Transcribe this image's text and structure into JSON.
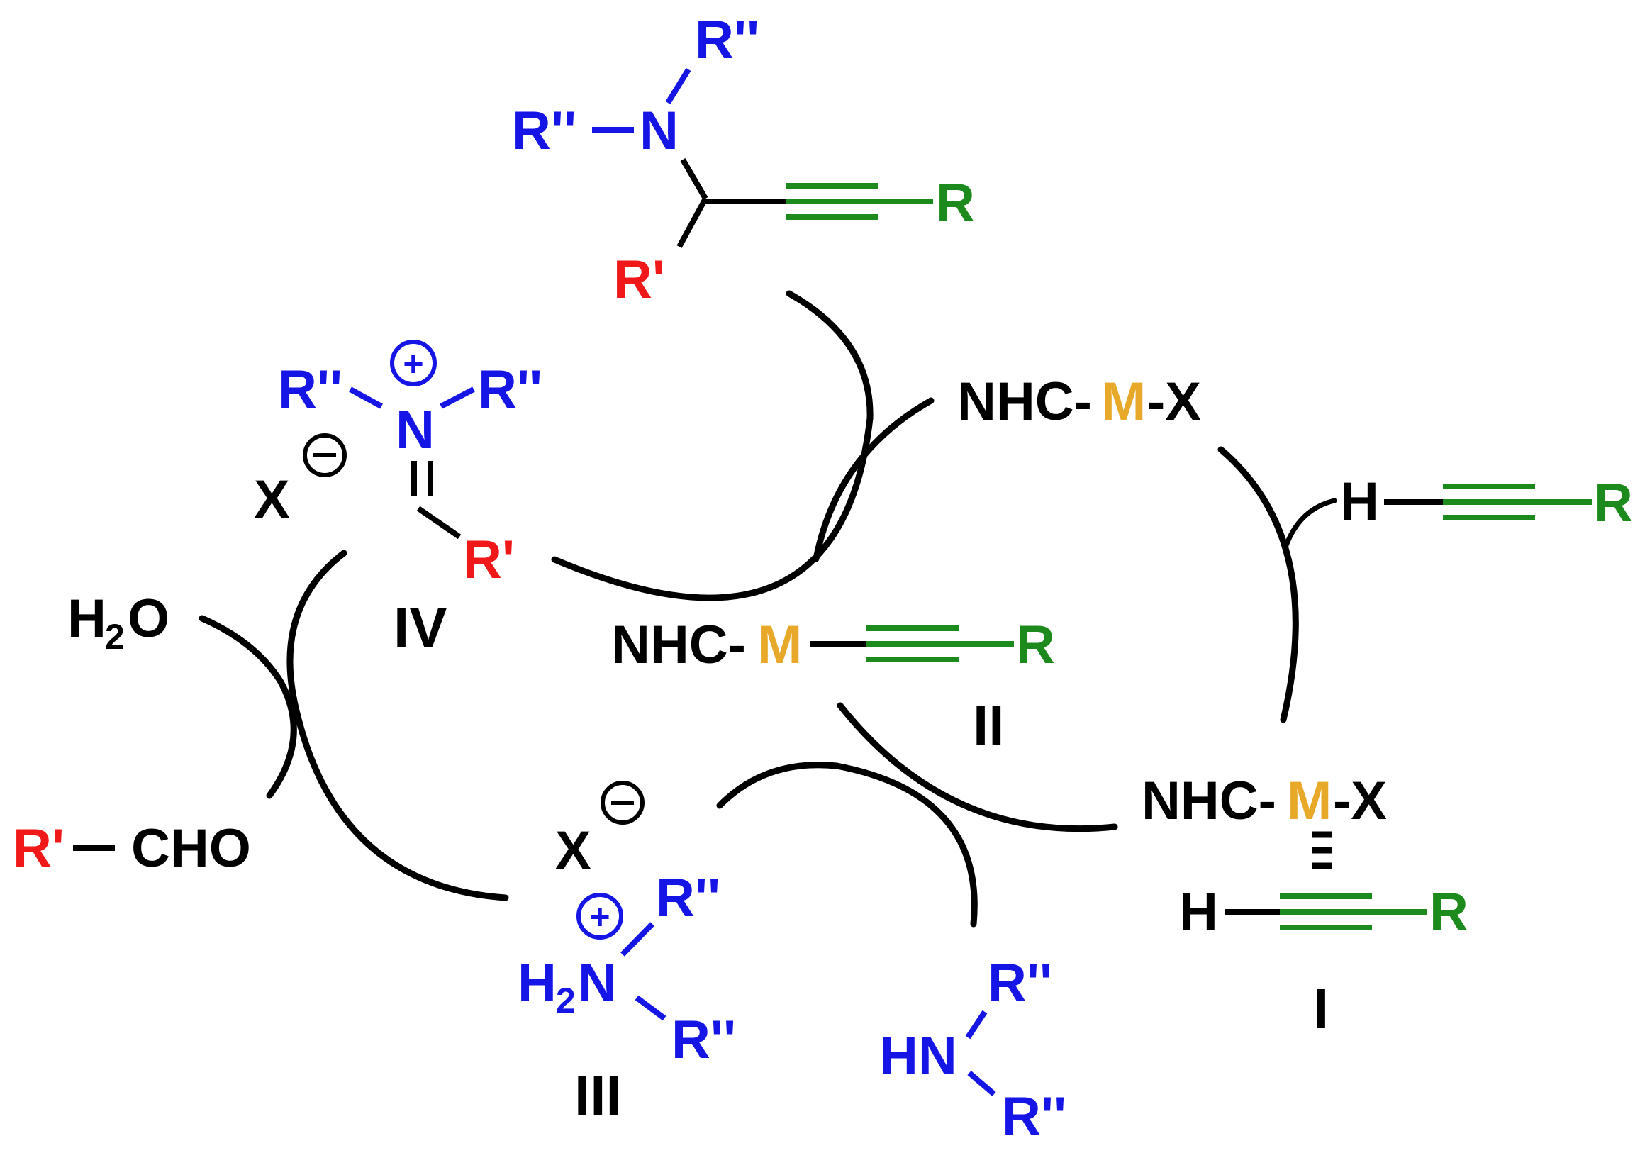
{
  "colors": {
    "black": "#000000",
    "blue": "#1515e6",
    "green": "#1d8a1d",
    "red": "#f01818",
    "gold": "#e8a92a"
  },
  "product": {
    "r2_top": "R''",
    "r2_left": "R''",
    "n": "N",
    "r": "R",
    "r1": "R'"
  },
  "iminium": {
    "plus": "+",
    "r2_left": "R''",
    "r2_right": "R''",
    "n": "N",
    "double_bond": "=",
    "r1": "R'",
    "counter_x": "X",
    "minus": "−",
    "label": "IV"
  },
  "water": {
    "h": "H",
    "sub": "2",
    "o": "O"
  },
  "aldehyde": {
    "r1": "R'",
    "cho": "CHO"
  },
  "catalyst": {
    "nhc": "NHC-",
    "m": "M",
    "x": "-X"
  },
  "terminal_alkyne": {
    "h": "H",
    "r": "R"
  },
  "acetylide": {
    "nhc": "NHC-",
    "m": "M",
    "r": "R",
    "label": "II"
  },
  "pi_complex": {
    "nhc": "NHC-",
    "m": "M",
    "x": "-X",
    "h": "H",
    "r": "R",
    "label": "I"
  },
  "ammonium": {
    "counter_x": "X",
    "minus": "−",
    "plus": "+",
    "r2_top": "R''",
    "h": "H",
    "sub": "2",
    "n": "N",
    "r2_bottom": "R''",
    "label": "III"
  },
  "amine": {
    "r2_top": "R''",
    "hn": "HN",
    "r2_bottom": "R''"
  }
}
